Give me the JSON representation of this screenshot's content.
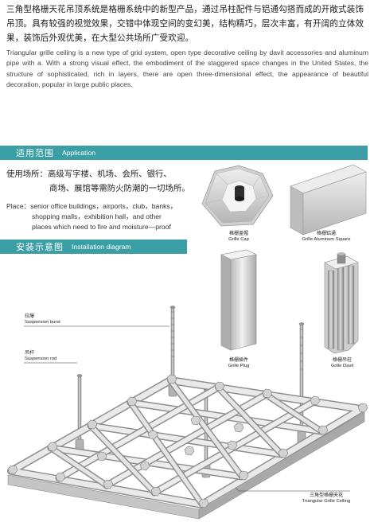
{
  "intro": {
    "cn": "三角型格栅天花吊顶系统是格栅系统中的新型产品，通过吊柱配件与铝通勾搭而成的开敞式装饰吊顶。具有较强的视觉效果，交错中体现空间的变幻美，结构精巧，层次丰富，有开阔的立体效果，装饰后外观优美，在大型公共场所广受欢迎。",
    "en": "Triangular grille ceiling is a new type of grid system, open type decorative ceiling by davit accessories and aluminum pipe with a. With a strong visual effect, the embodiment of the staggered space changes in the United States, the structure of sophisticated, rich in layers, there are open three-dimensional effect, the appearance of beautiful decoration, popular in large public places."
  },
  "application": {
    "title_cn": "适用范围",
    "title_en": "Application",
    "use_line1": "使用场所：高级写字楼、机场、会所、银行、",
    "use_line2": "商场、展馆等需防火防潮的一切场所。",
    "place_line1": "Place：senior office buildings，airports，club，banks，",
    "place_line2": "shopping malls，exhibition hall，and other",
    "place_line3": "places which need to fire and moisture—proof"
  },
  "installation": {
    "title_cn": "安装示意图",
    "title_en": "Installation diagram"
  },
  "parts": {
    "cap": {
      "cn": "格栅盖帽",
      "en": "Grille Cap"
    },
    "square": {
      "cn": "格栅铝通",
      "en": "Grille Aluminum Square"
    },
    "plug": {
      "cn": "格栅插件",
      "en": "Grille Plug"
    },
    "davit": {
      "cn": "格栅吊柱",
      "en": "Grille Davit"
    }
  },
  "labels": {
    "burst": {
      "cn": "拉爆",
      "en": "Suspension burst"
    },
    "rod": {
      "cn": "吊杆",
      "en": "Suspension rod"
    },
    "ceiling": {
      "cn": "三角型格栅天花",
      "en": "Triangular Grille Ceiling"
    }
  },
  "colors": {
    "accent": "#3a9ea5",
    "metal_light": "#e6e6e6",
    "metal_mid": "#c8c8c8",
    "metal_dark": "#9a9a9a"
  }
}
